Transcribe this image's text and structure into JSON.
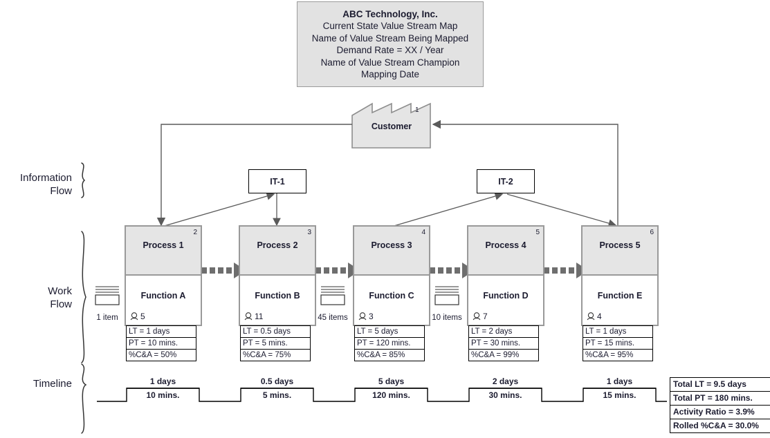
{
  "title_block": {
    "lines": [
      "ABC Technology, Inc.",
      "Current State Value Stream Map",
      "Name of Value Stream Being Mapped",
      "Demand Rate = XX / Year",
      "Name of Value Stream Champion",
      "Mapping Date"
    ]
  },
  "customer": {
    "label": "Customer",
    "number": "1"
  },
  "it_systems": [
    {
      "label": "IT-1"
    },
    {
      "label": "IT-2"
    }
  ],
  "section_labels": [
    {
      "line1": "Information",
      "line2": "Flow"
    },
    {
      "line1": "Work",
      "line2": "Flow"
    },
    {
      "line1": "Timeline",
      "line2": ""
    }
  ],
  "processes": [
    {
      "number": "2",
      "name": "Process 1",
      "function": "Function A",
      "operators": "5",
      "lt": "LT = 1 days",
      "pt": "PT = 10 mins.",
      "ca": "%C&A = 50%"
    },
    {
      "number": "3",
      "name": "Process 2",
      "function": "Function B",
      "operators": "11",
      "lt": "LT = 0.5 days",
      "pt": "PT = 5 mins.",
      "ca": "%C&A = 75%"
    },
    {
      "number": "4",
      "name": "Process 3",
      "function": "Function C",
      "operators": "3",
      "lt": "LT = 5 days",
      "pt": "PT = 120 mins.",
      "ca": "%C&A = 85%"
    },
    {
      "number": "5",
      "name": "Process 4",
      "function": "Function D",
      "operators": "7",
      "lt": "LT = 2 days",
      "pt": "PT = 30 mins.",
      "ca": "%C&A = 99%"
    },
    {
      "number": "6",
      "name": "Process 5",
      "function": "Function E",
      "operators": "4",
      "lt": "LT = 1 days",
      "pt": "PT = 15 mins.",
      "ca": "%C&A = 95%"
    }
  ],
  "inventories": [
    {
      "label": "1 item"
    },
    {
      "label": "45 items"
    },
    {
      "label": "10 items"
    }
  ],
  "timeline": [
    {
      "days": "1 days",
      "mins": "10 mins."
    },
    {
      "days": "0.5 days",
      "mins": "5 mins."
    },
    {
      "days": "5 days",
      "mins": "120 mins."
    },
    {
      "days": "2 days",
      "mins": "30 mins."
    },
    {
      "days": "1 days",
      "mins": "15 mins."
    }
  ],
  "totals": [
    "Total LT = 9.5 days",
    "Total PT = 180 mins.",
    "Activity Ratio = 3.9%",
    "Rolled %C&A = 30.0%"
  ],
  "colors": {
    "process_fill": "#e5e5e5",
    "process_border": "#999999",
    "title_fill": "#e2e2e2",
    "arrow": "#666666",
    "line": "#555555",
    "text": "#1b1b2f"
  }
}
